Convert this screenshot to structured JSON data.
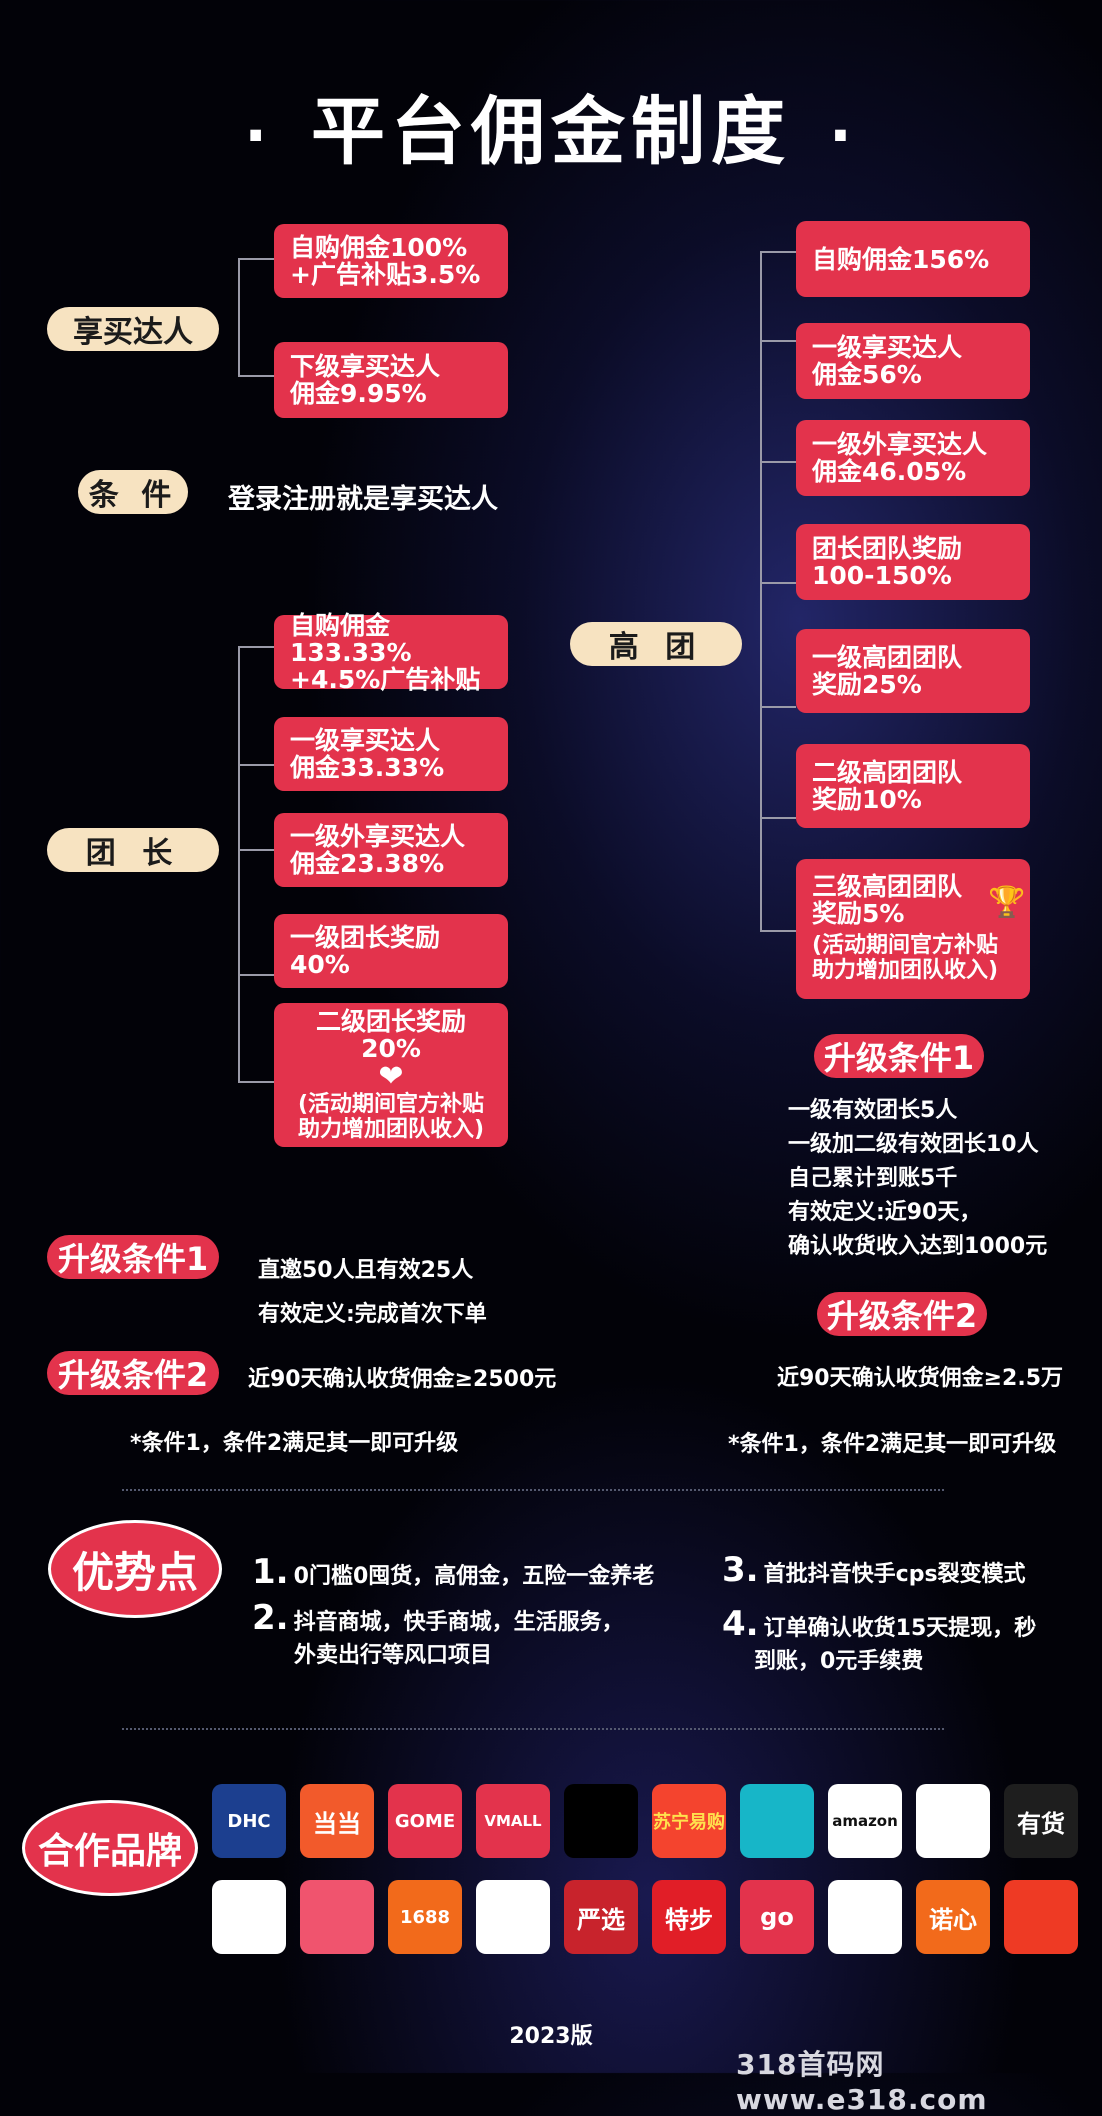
{
  "title": "平台佣金制度",
  "title_dot": "·",
  "xiangmai": {
    "label": "享买达人",
    "box1": [
      "自购佣金100%",
      "+广告补贴3.5%"
    ],
    "box2": [
      "下级享买达人",
      "佣金9.95%"
    ]
  },
  "condition": {
    "label": "条 件",
    "text": "登录注册就是享买达人"
  },
  "tuanzhang": {
    "label": "团 长",
    "box1": [
      "自购佣金133.33%",
      "+4.5%广告补贴"
    ],
    "box2": [
      "一级享买达人",
      "佣金33.33%"
    ],
    "box3": [
      "一级外享买达人",
      "佣金23.38%"
    ],
    "box4": [
      "一级团长奖励40%"
    ],
    "box5": [
      "二级团长奖励20%"
    ],
    "box5_note": [
      "(活动期间官方补贴",
      "助力增加团队收入)"
    ]
  },
  "gaotuan": {
    "label": "高 团",
    "box1": [
      "自购佣金156%"
    ],
    "box2": [
      "一级享买达人",
      "佣金56%"
    ],
    "box3": [
      "一级外享买达人",
      "佣金46.05%"
    ],
    "box4": [
      "团长团队奖励",
      "100-150%"
    ],
    "box5": [
      "一级高团团队",
      "奖励25%"
    ],
    "box6": [
      "二级高团团队",
      "奖励10%"
    ],
    "box7": [
      "三级高团团队",
      "奖励5%"
    ],
    "box7_note": [
      "(活动期间官方补贴",
      "助力增加团队收入)"
    ]
  },
  "left_upgrade": {
    "cond1_label": "升级条件1",
    "cond1_lines": [
      "直邀50人且有效25人",
      "有效定义:完成首次下单"
    ],
    "cond2_label": "升级条件2",
    "cond2_text": "近90天确认收货佣金≥2500元",
    "note": "*条件1，条件2满足其一即可升级"
  },
  "right_upgrade": {
    "cond1_label": "升级条件1",
    "cond1_lines": [
      "一级有效团长5人",
      "一级加二级有效团长10人",
      "自己累计到账5千",
      "有效定义:近90天，",
      "确认收货收入达到1000元"
    ],
    "cond2_label": "升级条件2",
    "cond2_text": "近90天确认收货佣金≥2.5万",
    "note": "*条件1，条件2满足其一即可升级"
  },
  "advantages": {
    "label": "优势点",
    "items": [
      {
        "num": "1.",
        "lines": [
          "0门槛0囤货，高佣金，五险一金养老"
        ]
      },
      {
        "num": "2.",
        "lines": [
          "抖音商城，快手商城，生活服务，",
          "外卖出行等风口项目"
        ]
      },
      {
        "num": "3.",
        "lines": [
          "首批抖音快手cps裂变模式"
        ]
      },
      {
        "num": "4.",
        "lines": [
          "订单确认收货15天提现，秒",
          "到账，0元手续费"
        ]
      }
    ]
  },
  "brands": {
    "label": "合作品牌",
    "row1": [
      {
        "text": "DHC",
        "bg": "#1c3f8f",
        "fg": "#ffffff"
      },
      {
        "text": "当当",
        "bg": "#f25a2b",
        "fg": "#ffffff"
      },
      {
        "text": "GOME",
        "bg": "#e3334c",
        "fg": "#ffffff"
      },
      {
        "text": "VMALL",
        "bg": "#e3334c",
        "fg": "#ffffff"
      },
      {
        "text": "",
        "bg": "#000000",
        "fg": "#ffffff"
      },
      {
        "text": "苏宁易购",
        "bg": "#f4442e",
        "fg": "#ffe14d"
      },
      {
        "text": "",
        "bg": "#17b6c8",
        "fg": "#ffffff"
      },
      {
        "text": "amazon",
        "bg": "#ffffff",
        "fg": "#111111"
      },
      {
        "text": "",
        "bg": "#ffffff",
        "fg": "#e3334c"
      },
      {
        "text": "有货",
        "bg": "#1e1e1e",
        "fg": "#ffffff"
      }
    ],
    "row2": [
      {
        "text": "",
        "bg": "#ffffff",
        "fg": "#e3334c"
      },
      {
        "text": "",
        "bg": "#f0546e",
        "fg": "#ffffff"
      },
      {
        "text": "1688",
        "bg": "#f26a1b",
        "fg": "#ffffff"
      },
      {
        "text": "",
        "bg": "#ffffff",
        "fg": "#35a33a"
      },
      {
        "text": "严选",
        "bg": "#c8232c",
        "fg": "#ffffff"
      },
      {
        "text": "特步",
        "bg": "#e11e27",
        "fg": "#ffffff"
      },
      {
        "text": "go",
        "bg": "#e3334c",
        "fg": "#ffffff"
      },
      {
        "text": "",
        "bg": "#ffffff",
        "fg": "#2f9be0"
      },
      {
        "text": "诺心",
        "bg": "#f26a1b",
        "fg": "#ffffff"
      },
      {
        "text": "",
        "bg": "#ee3a24",
        "fg": "#ffffff"
      }
    ]
  },
  "version": "2023版",
  "watermark": "318首码网   www.e318.com"
}
